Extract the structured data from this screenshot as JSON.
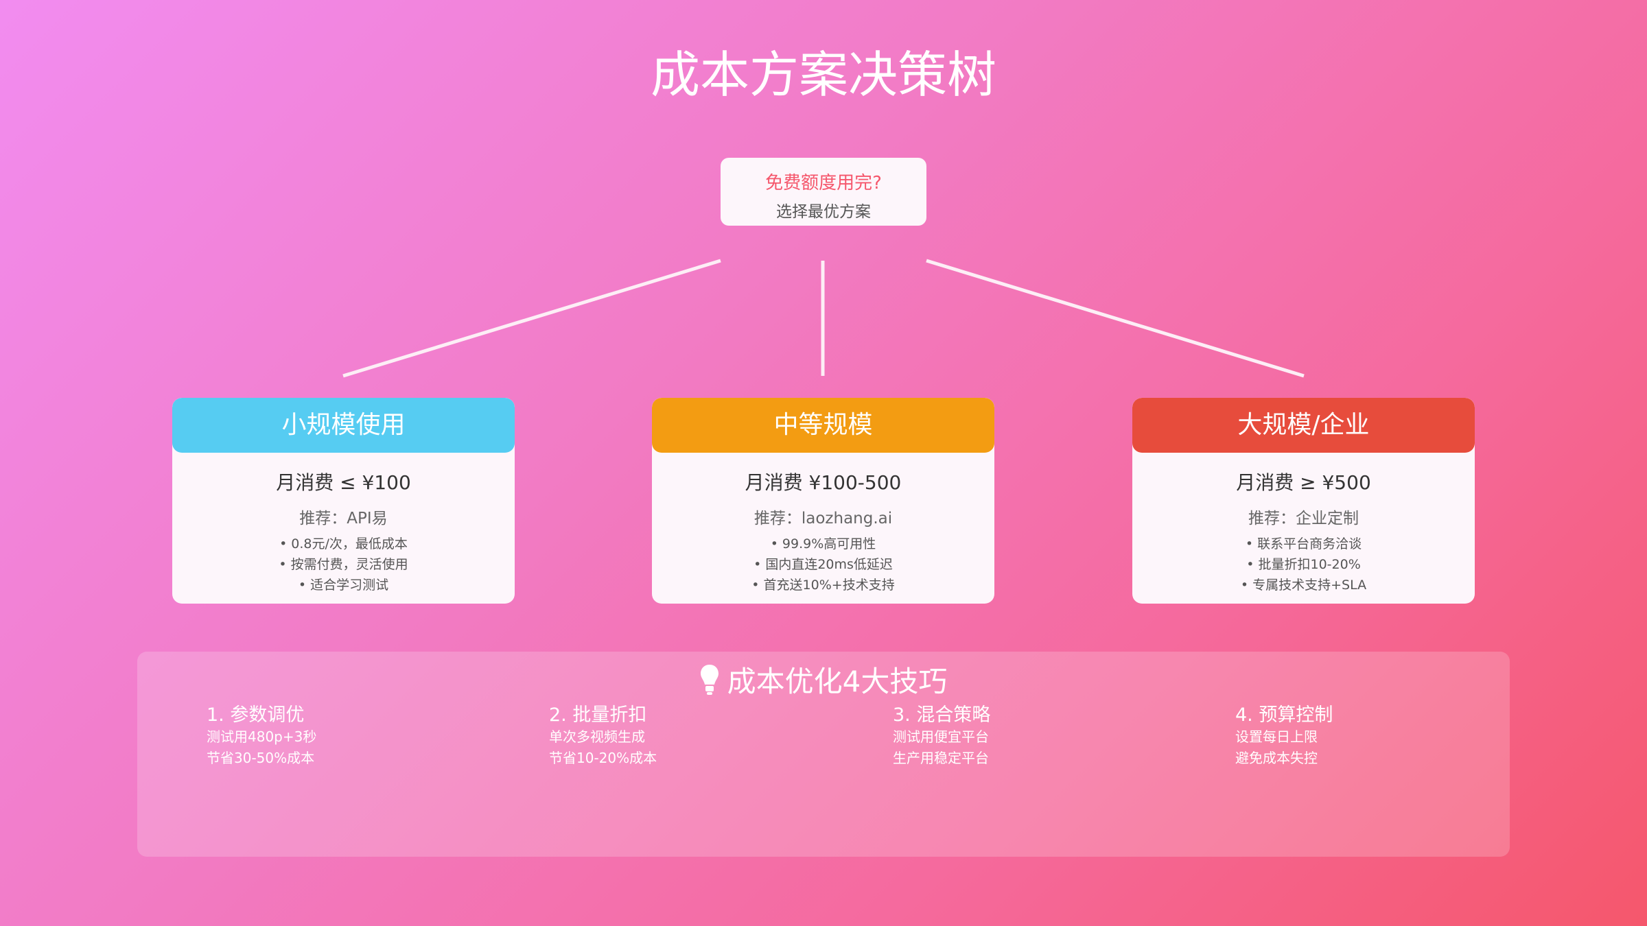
{
  "title": "成本方案决策树",
  "root": {
    "question": "免费额度用完?",
    "subtitle": "选择最优方案"
  },
  "cards": [
    {
      "header": "小规模使用",
      "color": "#56ccf2",
      "price": "月消费 ≤ ¥100",
      "recommend": "推荐：API易",
      "bullets": [
        "• 0.8元/次，最低成本",
        "• 按需付费，灵活使用",
        "• 适合学习测试"
      ]
    },
    {
      "header": "中等规模",
      "color": "#f39c12",
      "price": "月消费 ¥100-500",
      "recommend": "推荐：laozhang.ai",
      "bullets": [
        "• 99.9%高可用性",
        "• 国内直连20ms低延迟",
        "• 首充送10%+技术支持"
      ]
    },
    {
      "header": "大规模/企业",
      "color": "#e74c3c",
      "price": "月消费 ≥ ¥500",
      "recommend": "推荐：企业定制",
      "bullets": [
        "• 联系平台商务洽谈",
        "• 批量折扣10-20%",
        "• 专属技术支持+SLA"
      ]
    }
  ],
  "tips": {
    "title": "成本优化4大技巧",
    "icon": "lightbulb-icon",
    "items": [
      {
        "heading": "1. 参数调优",
        "lines": [
          "测试用480p+3秒",
          "节省30-50%成本"
        ]
      },
      {
        "heading": "2. 批量折扣",
        "lines": [
          "单次多视频生成",
          "节省10-20%成本"
        ]
      },
      {
        "heading": "3. 混合策略",
        "lines": [
          "测试用便宜平台",
          "生产用稳定平台"
        ]
      },
      {
        "heading": "4. 预算控制",
        "lines": [
          "设置每日上限",
          "避免成本失控"
        ]
      }
    ]
  }
}
